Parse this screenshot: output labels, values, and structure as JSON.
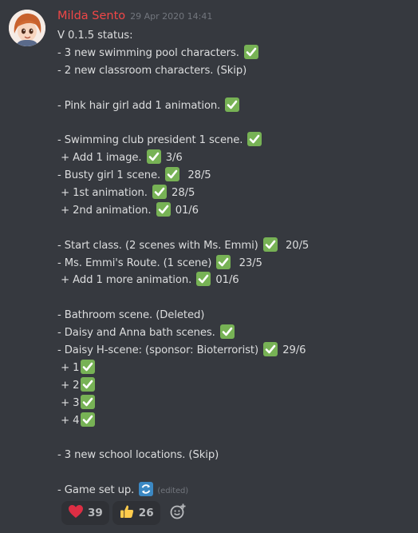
{
  "message": {
    "username": "Milda Sento",
    "timestamp": "29 Apr 2020 14:41",
    "username_color": "#f04747",
    "lines": {
      "l0": "V 0.1.5 status:",
      "l1": "- 3 new swimming pool characters. ",
      "l2": "- 2 new classroom characters. (Skip)",
      "l4": "- Pink hair girl add 1 animation. ",
      "l6": "- Swimming club president 1 scene. ",
      "l7a": " + Add 1 image. ",
      "l7b": " 3/6",
      "l8a": "- Busty girl 1 scene. ",
      "l8b": "  28/5",
      "l9a": " + 1st animation. ",
      "l9b": " 28/5",
      "l10a": " + 2nd animation. ",
      "l10b": " 01/6",
      "l12a": "- Start class. (2 scenes with Ms. Emmi) ",
      "l12b": "  20/5",
      "l13a": "- Ms. Emmi's Route. (1 scene) ",
      "l13b": "  23/5",
      "l14a": " + Add 1 more animation. ",
      "l14b": " 01/6",
      "l16": "- Bathroom scene. (Deleted)",
      "l17": "- Daisy and Anna bath scenes. ",
      "l18a": "- Daisy H-scene: (sponsor: Bioterrorist) ",
      "l18b": " 29/6",
      "l19": " + 1",
      "l20": " + 2",
      "l21": " + 3",
      "l22": " + 4",
      "l24": "- 3 new school locations. (Skip)",
      "l26": "- Game set up. "
    },
    "edited_label": "(edited)",
    "check_icon": "white-check-mark-icon",
    "check_color": "#77b255",
    "sync_icon": "arrows-counterclockwise-icon",
    "sync_color": "#3b88c3"
  },
  "reactions": [
    {
      "icon": "red-heart-icon",
      "count": "39"
    },
    {
      "icon": "thumbs-up-icon",
      "count": "26"
    }
  ],
  "add_reaction_icon": "add-reaction-icon"
}
